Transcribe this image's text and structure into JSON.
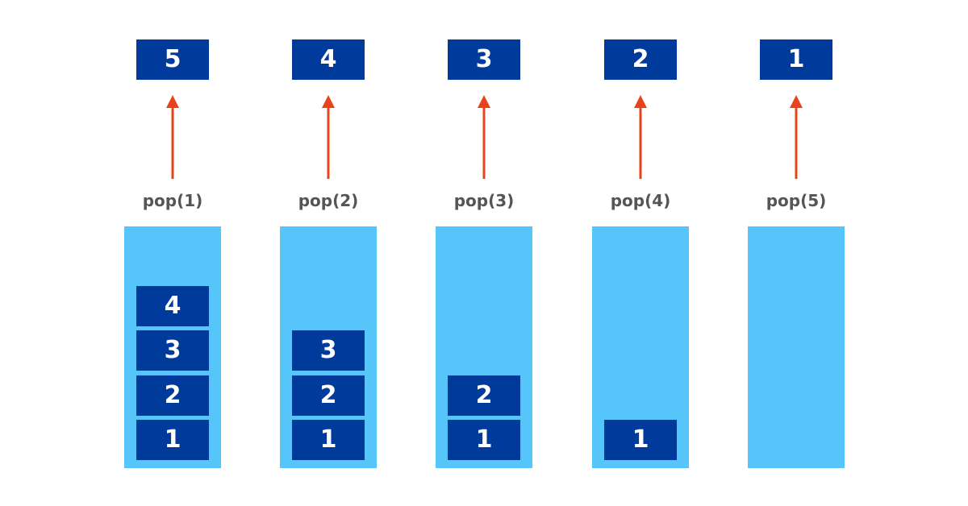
{
  "colors": {
    "stack_background": "#56c5f9",
    "block": "#003a9b",
    "block_text": "#ffffff",
    "arrow": "#e8441b",
    "label": "#555555"
  },
  "steps": [
    {
      "operation": "pop(1)",
      "popped": "5",
      "stack": [
        "1",
        "2",
        "3",
        "4"
      ]
    },
    {
      "operation": "pop(2)",
      "popped": "4",
      "stack": [
        "1",
        "2",
        "3"
      ]
    },
    {
      "operation": "pop(3)",
      "popped": "3",
      "stack": [
        "1",
        "2"
      ]
    },
    {
      "operation": "pop(4)",
      "popped": "2",
      "stack": [
        "1"
      ]
    },
    {
      "operation": "pop(5)",
      "popped": "1",
      "stack": []
    }
  ]
}
